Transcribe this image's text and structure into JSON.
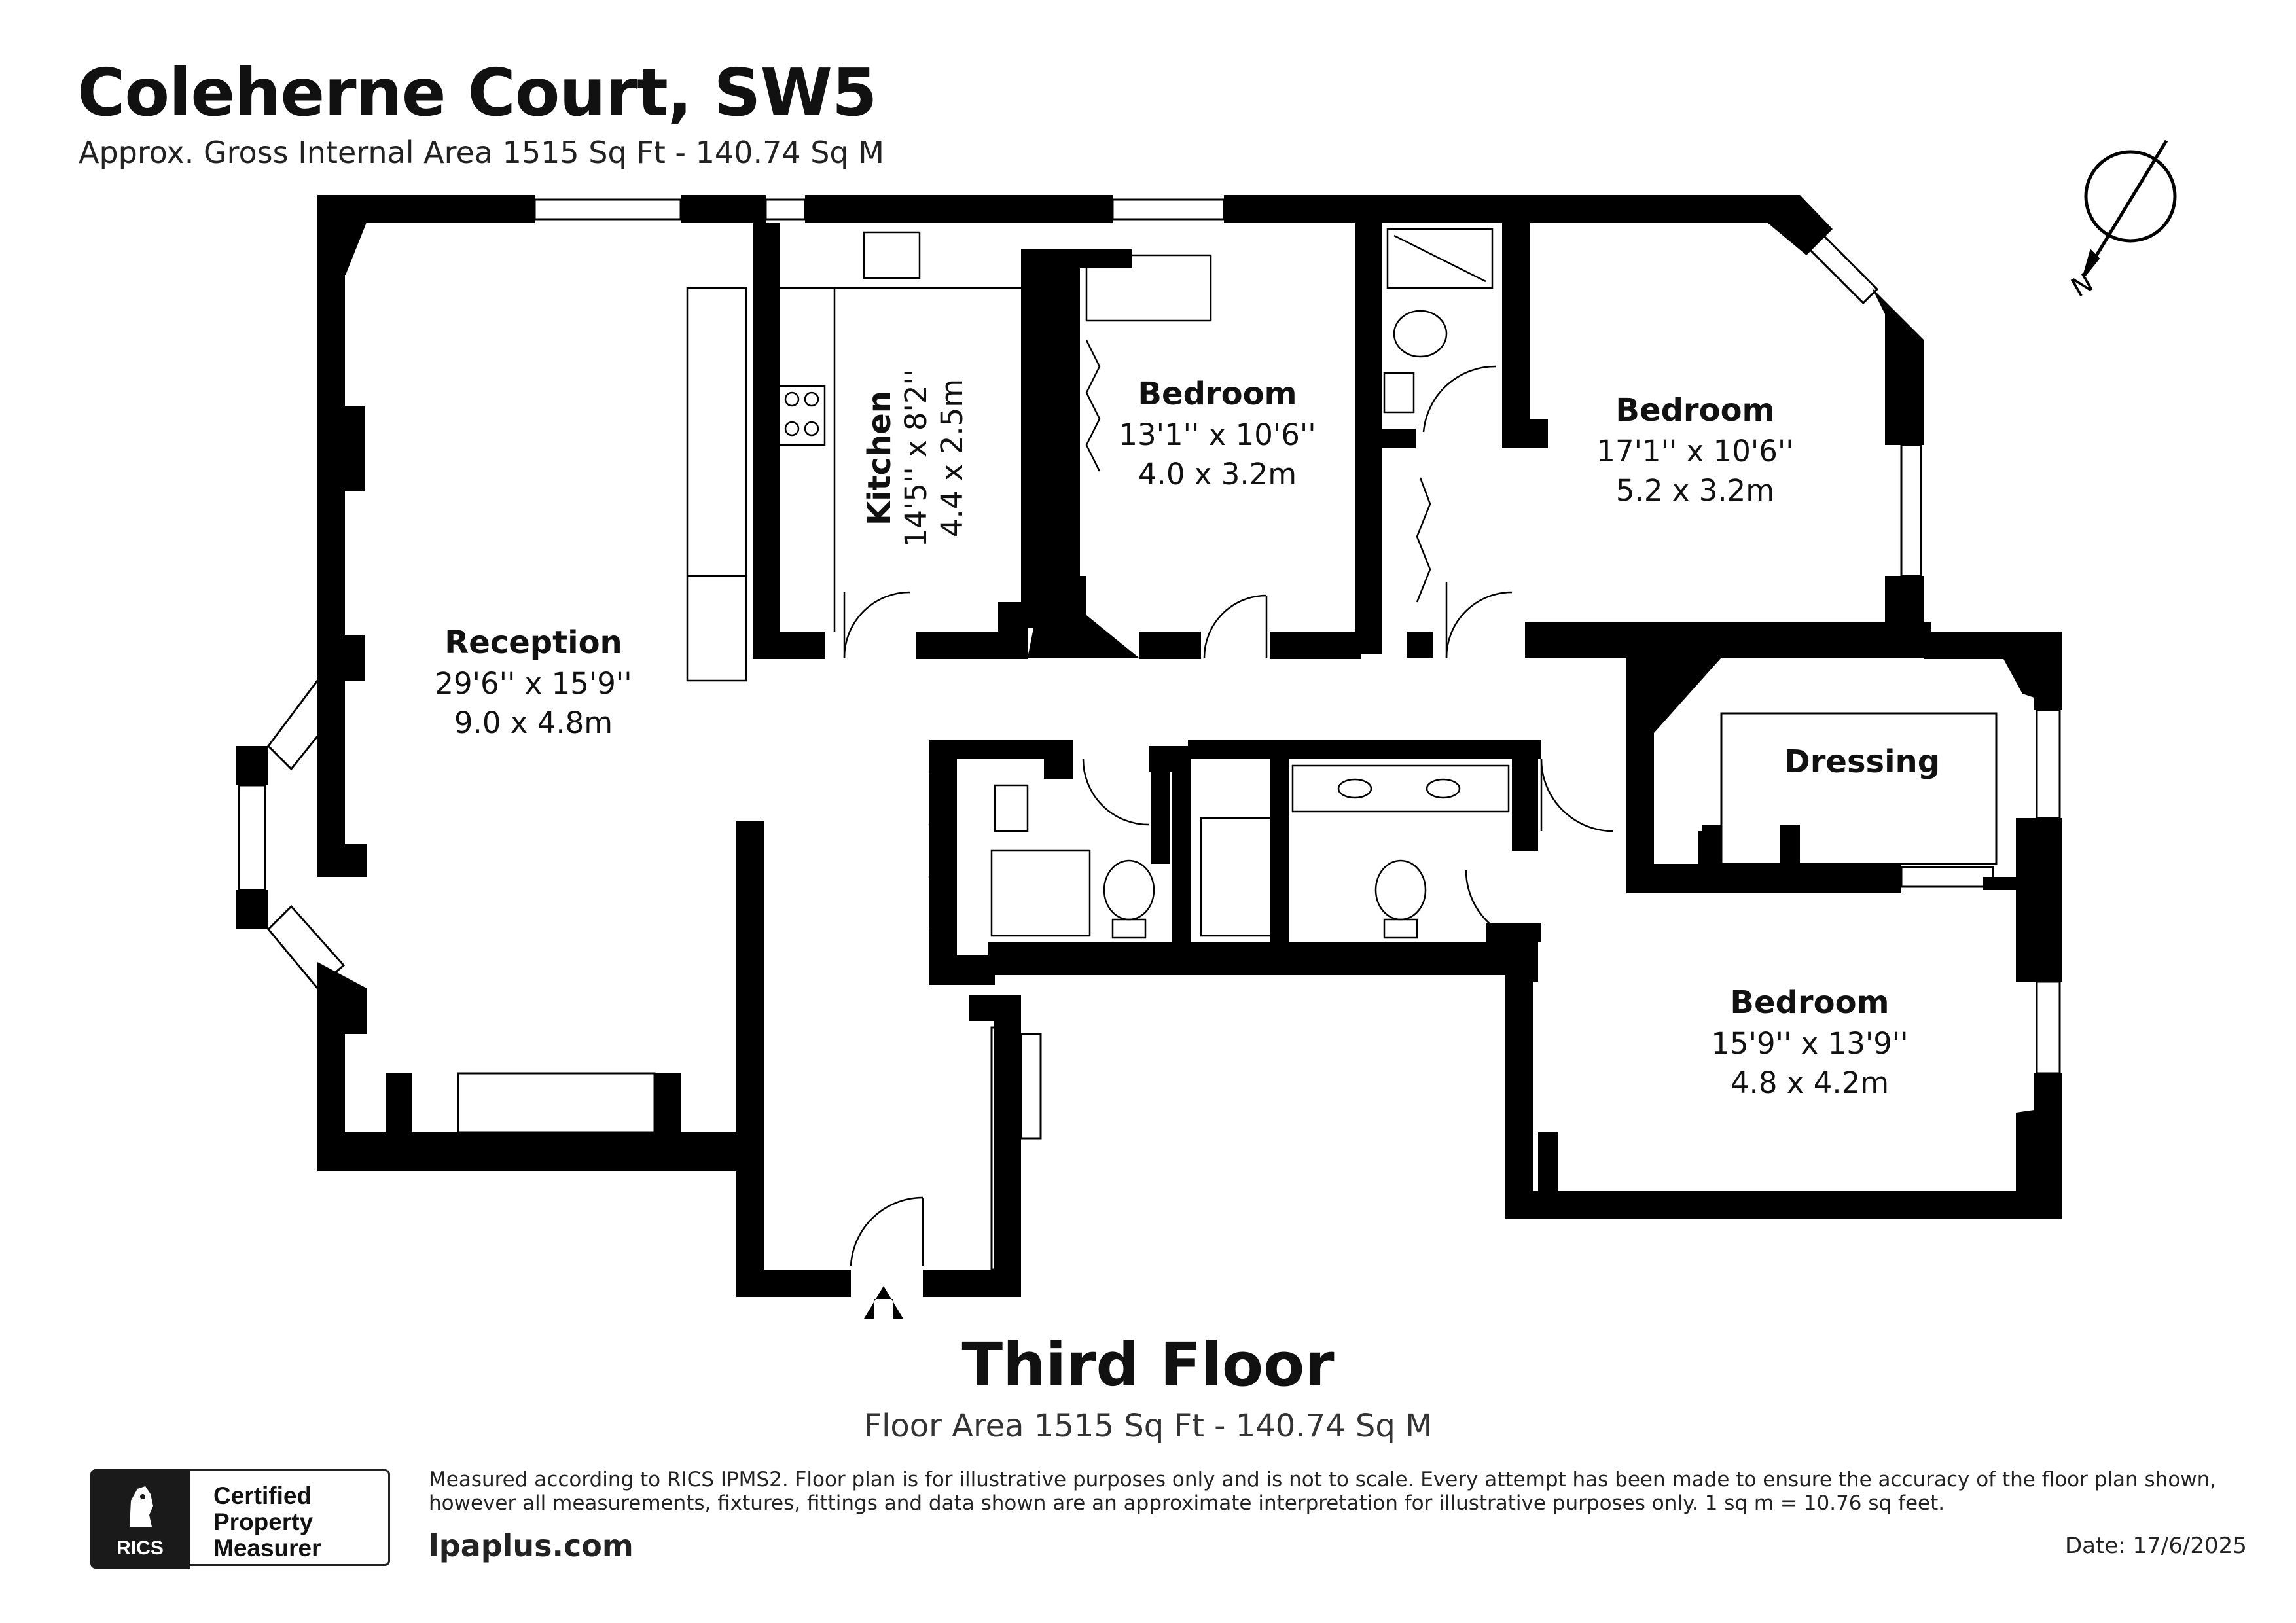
{
  "header": {
    "title": "Coleherne Court, SW5",
    "subtitle": "Approx. Gross Internal Area 1515 Sq Ft - 140.74 Sq M"
  },
  "compass": {
    "label": "N"
  },
  "rooms": {
    "reception": {
      "name": "Reception",
      "imperial": "29'6'' x 15'9''",
      "metric": "9.0 x 4.8m"
    },
    "kitchen": {
      "name": "Kitchen",
      "imperial": "14'5'' x 8'2''",
      "metric": "4.4 x 2.5m"
    },
    "bedroom1": {
      "name": "Bedroom",
      "imperial": "13'1'' x 10'6''",
      "metric": "4.0 x 3.2m"
    },
    "bedroom2": {
      "name": "Bedroom",
      "imperial": "17'1'' x 10'6''",
      "metric": "5.2 x 3.2m"
    },
    "dressing": {
      "name": "Dressing"
    },
    "bedroom3": {
      "name": "Bedroom",
      "imperial": "15'9'' x 13'9''",
      "metric": "4.8 x 4.2m"
    }
  },
  "floor": {
    "title": "Third Floor",
    "area": "Floor Area 1515 Sq Ft - 140.74 Sq M"
  },
  "footer": {
    "rics": "RICS",
    "certified_lines": [
      "Certified",
      "Property",
      "Measurer"
    ],
    "disclaimer": "Measured according to RICS IPMS2. Floor plan is for illustrative purposes only and is not to scale. Every attempt has been made to ensure the accuracy of the floor plan shown, however all measurements, fixtures, fittings and data shown are an approximate interpretation for illustrative purposes only. 1 sq m = 10.76 sq feet.",
    "website": "lpaplus.com",
    "date": "Date: 17/6/2025"
  }
}
